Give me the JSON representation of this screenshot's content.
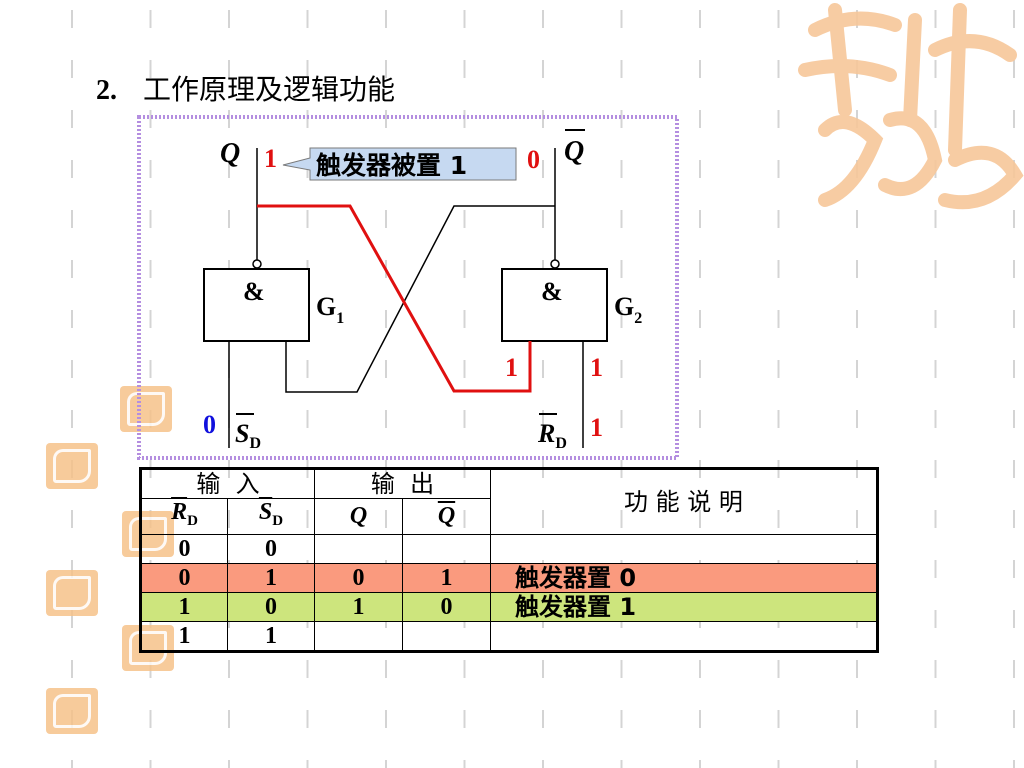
{
  "heading": {
    "number": "2.",
    "text": "工作原理及逻辑功能"
  },
  "circuit": {
    "out_q_label": "Q",
    "out_qbar_label": "Q",
    "q_value": "1",
    "qbar_value": "0",
    "callout": "触发器被置 1",
    "gate1_symbol": "&",
    "gate2_symbol": "&",
    "gate1_name": "G",
    "gate1_sub": "1",
    "gate2_name": "G",
    "gate2_sub": "2",
    "g2_input_left_value": "1",
    "g2_input_right_value": "1",
    "sd_value": "0",
    "sd_label": "S",
    "sd_sub": "D",
    "rd_label": "R",
    "rd_sub": "D",
    "rd_value": "1",
    "colors": {
      "active": "#e01010",
      "sd_value": "#1010dd",
      "callout_fill": "#c6d9f1",
      "frame": "#b48ee0"
    }
  },
  "table": {
    "group_input": "输  入",
    "group_output": "输  出",
    "function_header": "功 能 说 明",
    "col_rd": "R",
    "col_rd_sub": "D",
    "col_sd": "S",
    "col_sd_sub": "D",
    "col_q": "Q",
    "col_qbar": "Q",
    "rows": [
      {
        "rd": "0",
        "sd": "0",
        "q": "",
        "qbar": "",
        "desc": "",
        "color": ""
      },
      {
        "rd": "0",
        "sd": "1",
        "q": "0",
        "qbar": "1",
        "desc": "触发器置 0",
        "color": "#fa9a7e"
      },
      {
        "rd": "1",
        "sd": "0",
        "q": "1",
        "qbar": "0",
        "desc": "触发器置 1",
        "color": "#cde57d"
      },
      {
        "rd": "1",
        "sd": "1",
        "q": "",
        "qbar": "",
        "desc": "",
        "color": ""
      }
    ]
  }
}
